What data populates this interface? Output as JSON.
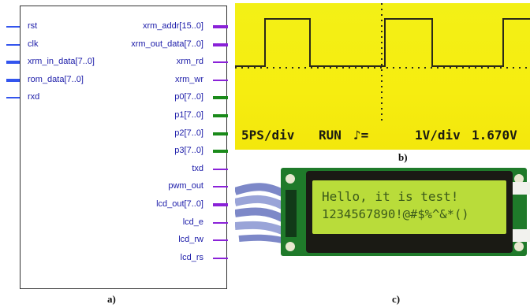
{
  "block": {
    "left_pins": [
      {
        "label": "rst",
        "bus": false
      },
      {
        "label": "clk",
        "bus": false
      },
      {
        "label": "xrm_in_data[7..0]",
        "bus": true
      },
      {
        "label": "rom_data[7..0]",
        "bus": true
      },
      {
        "label": "rxd",
        "bus": false
      }
    ],
    "right_pins": [
      {
        "label": "xrm_addr[15..0]",
        "bus": true,
        "color": "#8a22d8"
      },
      {
        "label": "xrm_out_data[7..0]",
        "bus": true,
        "color": "#8a22d8"
      },
      {
        "label": "xrm_rd",
        "bus": false,
        "color": "#8a22d8"
      },
      {
        "label": "xrm_wr",
        "bus": false,
        "color": "#8a22d8"
      },
      {
        "label": "p0[7..0]",
        "bus": true,
        "color": "#1a8a1a"
      },
      {
        "label": "p1[7..0]",
        "bus": true,
        "color": "#1a8a1a"
      },
      {
        "label": "p2[7..0]",
        "bus": true,
        "color": "#1a8a1a"
      },
      {
        "label": "p3[7..0]",
        "bus": true,
        "color": "#1a8a1a"
      },
      {
        "label": "txd",
        "bus": false,
        "color": "#8a22d8"
      },
      {
        "label": "pwm_out",
        "bus": false,
        "color": "#8a22d8"
      },
      {
        "label": "lcd_out[7..0]",
        "bus": true,
        "color": "#8a22d8"
      },
      {
        "label": "lcd_e",
        "bus": false,
        "color": "#8a22d8"
      },
      {
        "label": "lcd_rw",
        "bus": false,
        "color": "#8a22d8"
      },
      {
        "label": "lcd_rs",
        "bus": false,
        "color": "#8a22d8"
      }
    ]
  },
  "scope": {
    "timebase": "5PS/div",
    "run_state": "RUN",
    "trigger": "♪=",
    "volts": "1V/div",
    "level": "1.670V"
  },
  "lcd": {
    "line1": "Hello, it is test!",
    "line2": "1234567890!@#$%^&*()"
  },
  "captions": {
    "a": "a)",
    "b": "b)",
    "c": "c)"
  },
  "colors": {
    "scope_bg": "#f3ee12",
    "lcd_bg": "#b9dc3a",
    "pcb": "#1f7a2a"
  }
}
